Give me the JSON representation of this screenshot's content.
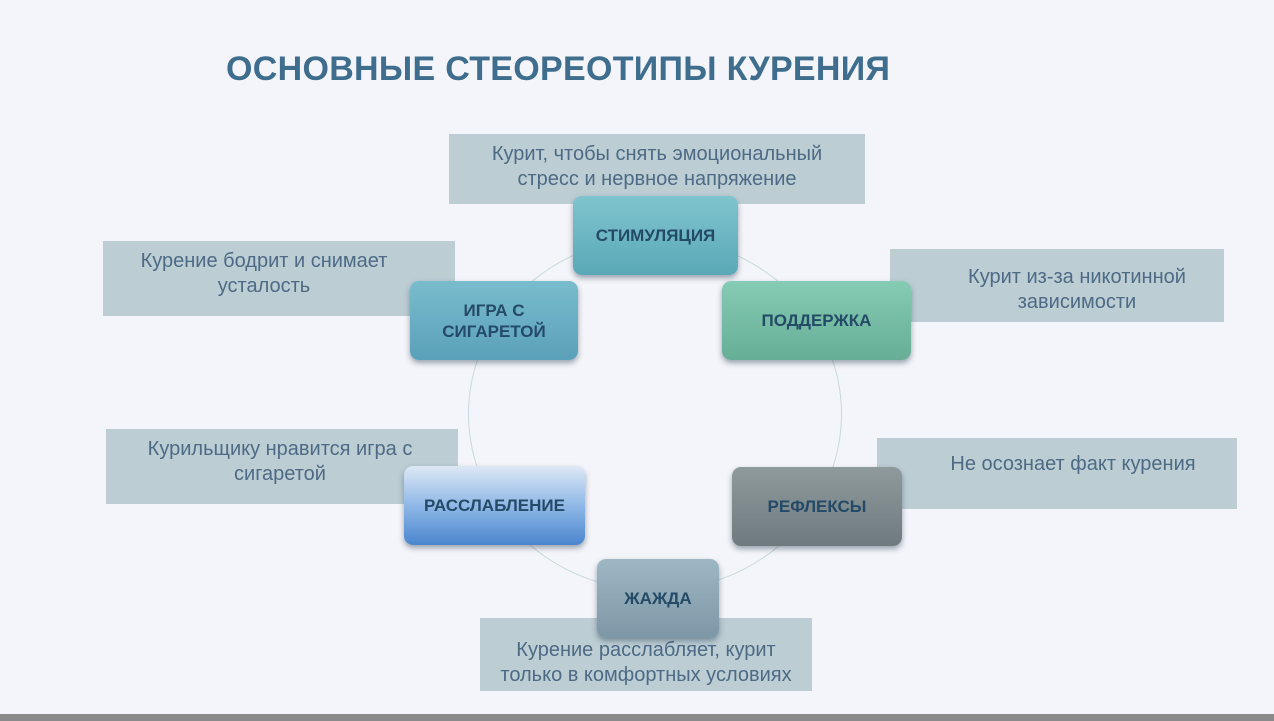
{
  "title": "ОСНОВНЫЕ СТЕОРЕОТИПЫ КУРЕНИЯ",
  "descriptions": {
    "stimulation": "Курит, чтобы снять эмоциональный\nстресс и нервное напряжение",
    "play": "Курение бодрит и снимает\nусталость",
    "support": "Курит из-за никотинной\nзависимости",
    "relaxation": "Курильщику нравится игра с\nсигаретой",
    "reflexes": "Не осознает факт курения",
    "thirst": "Курение расслабляет, курит\nтолько в комфортных условиях"
  },
  "nodes": {
    "stimulation": "СТИМУЛЯЦИЯ",
    "play": "ИГРА С\nСИГАРЕТОЙ",
    "support": "ПОДДЕРЖКА",
    "relaxation": "РАССЛАБЛЕНИЕ",
    "reflexes": "РЕФЛЕКСЫ",
    "thirst": "ЖАЖДА"
  }
}
